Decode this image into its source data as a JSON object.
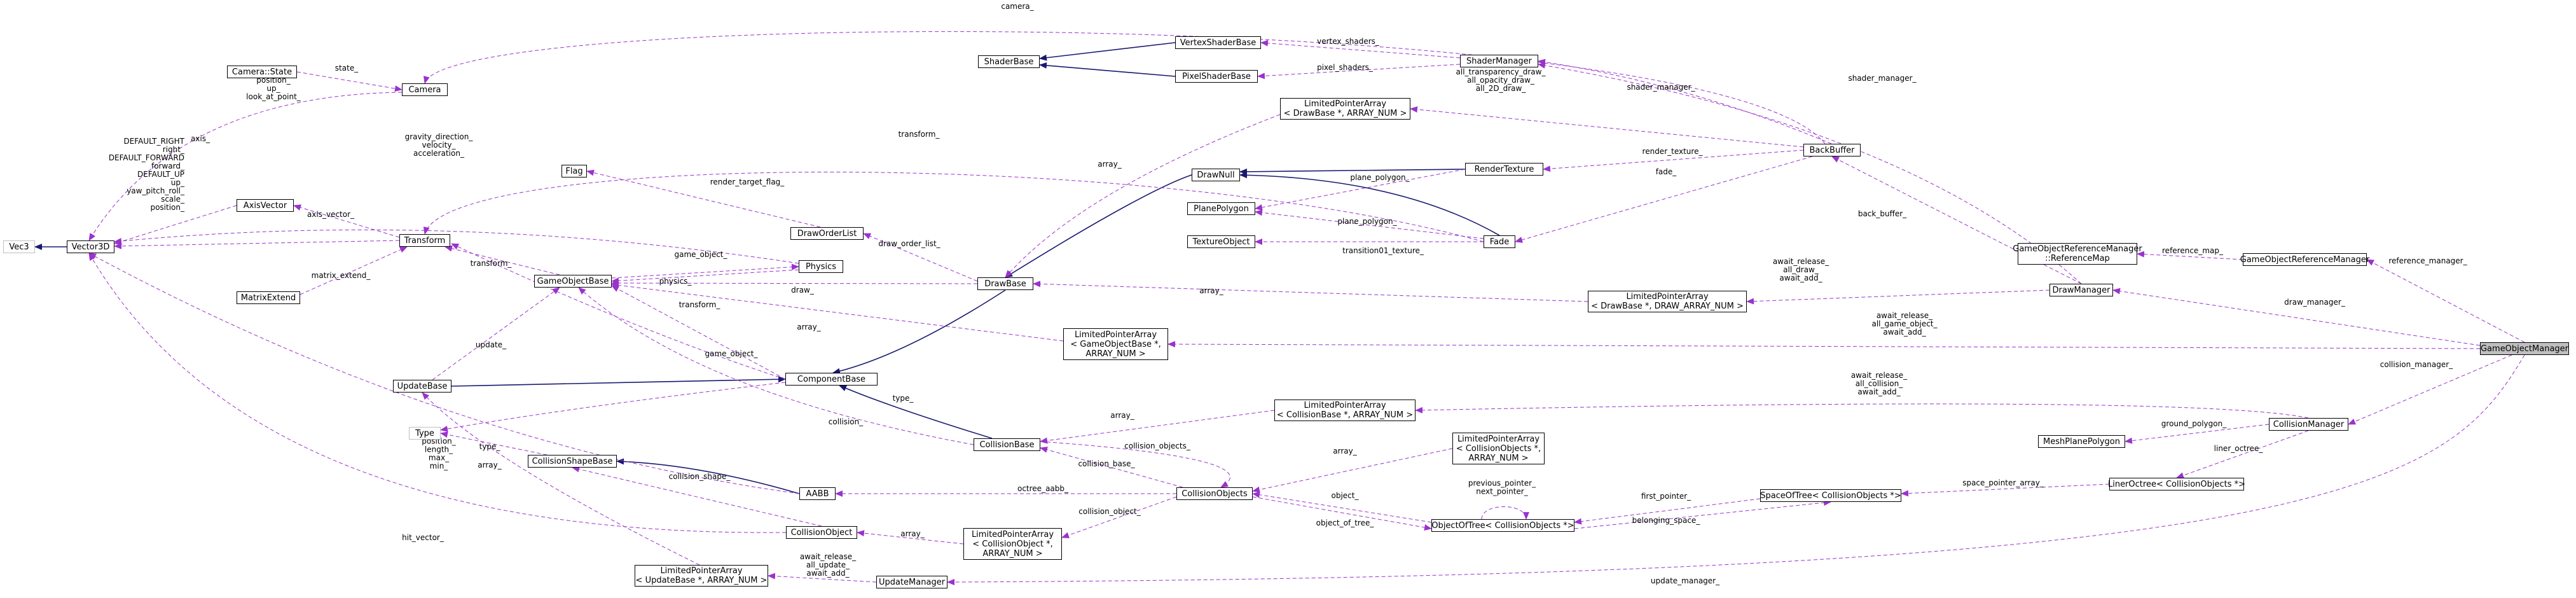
{
  "colors": {
    "inherit": "#191970",
    "usage": "#9a32cd",
    "box_border": "#000000",
    "external_border": "#bfbfbf",
    "focus_fill": "#bfbfbf"
  },
  "nodes": {
    "camera_state": [
      "Camera::State"
    ],
    "camera": [
      "Camera"
    ],
    "vec3": [
      "Vec3"
    ],
    "vector3d": [
      "Vector3D"
    ],
    "axisvector": [
      "AxisVector"
    ],
    "matrixextend": [
      "MatrixExtend"
    ],
    "transform": [
      "Transform"
    ],
    "flag": [
      "Flag"
    ],
    "physics": [
      "Physics"
    ],
    "gameobjectbase": [
      "GameObjectBase"
    ],
    "updatebase": [
      "UpdateBase"
    ],
    "type": [
      "Type"
    ],
    "collisionshapebase": [
      "CollisionShapeBase"
    ],
    "aabb": [
      "AABB"
    ],
    "collisionobject": [
      "CollisionObject"
    ],
    "lpa_updatebase": [
      "LimitedPointerArray",
      "< UpdateBase *, ARRAY_NUM >"
    ],
    "updatemanager": [
      "UpdateManager"
    ],
    "shaderbase": [
      "ShaderBase"
    ],
    "vertexshaderbase": [
      "VertexShaderBase"
    ],
    "pixelshaderbase": [
      "PixelShaderBase"
    ],
    "shadermanager": [
      "ShaderManager"
    ],
    "lpa_drawbase_num": [
      "LimitedPointerArray",
      "< DrawBase *, ARRAY_NUM >"
    ],
    "drawnull": [
      "DrawNull"
    ],
    "rendertexture": [
      "RenderTexture"
    ],
    "planepolygon": [
      "PlanePolygon"
    ],
    "textureobject": [
      "TextureObject"
    ],
    "fade": [
      "Fade"
    ],
    "draworderlist": [
      "DrawOrderList"
    ],
    "drawbase": [
      "DrawBase"
    ],
    "componentbase": [
      "ComponentBase"
    ],
    "lpa_gameobjectbase": [
      "LimitedPointerArray",
      "< GameObjectBase *,",
      "ARRAY_NUM >"
    ],
    "lpa_drawbase_draw": [
      "LimitedPointerArray",
      "< DrawBase *, DRAW_ARRAY_NUM >"
    ],
    "backbuffer": [
      "BackBuffer"
    ],
    "refmap": [
      "GameObjectReferenceManager",
      "::ReferenceMap"
    ],
    "gorefmanager": [
      "GameObjectReferenceManager"
    ],
    "drawmanager": [
      "DrawManager"
    ],
    "gameobjectmanager": [
      "GameObjectManager"
    ],
    "lpa_collisionbase": [
      "LimitedPointerArray",
      "< CollisionBase *, ARRAY_NUM >"
    ],
    "collisionbase": [
      "CollisionBase"
    ],
    "lpa_collisionobjects_top": [
      "LimitedPointerArray",
      "< CollisionObjects *,",
      "ARRAY_NUM >"
    ],
    "collisionobjects": [
      "CollisionObjects"
    ],
    "lpa_collisionobject": [
      "LimitedPointerArray",
      "< CollisionObject *,",
      "ARRAY_NUM >"
    ],
    "objectoftree": [
      "ObjectOfTree< CollisionObjects *>"
    ],
    "spaceoftree": [
      "SpaceOfTree< CollisionObjects *>"
    ],
    "meshplanepolygon": [
      "MeshPlanePolygon"
    ],
    "collisionmanager": [
      "CollisionManager"
    ],
    "lineroctree": [
      "LinerOctree< CollisionObjects *>"
    ]
  },
  "edges": [
    {
      "from": "vector3d",
      "to": "vec3",
      "kind": "inherit",
      "label": []
    },
    {
      "from": "vertexshaderbase",
      "to": "shaderbase",
      "kind": "inherit",
      "label": []
    },
    {
      "from": "pixelshaderbase",
      "to": "shaderbase",
      "kind": "inherit",
      "label": []
    },
    {
      "from": "drawnull",
      "to": "drawbase",
      "kind": "inherit",
      "label": []
    },
    {
      "from": "rendertexture",
      "to": "drawnull",
      "kind": "inherit",
      "label": []
    },
    {
      "from": "fade",
      "to": "drawnull",
      "kind": "inherit",
      "label": []
    },
    {
      "from": "drawbase",
      "to": "componentbase",
      "kind": "inherit",
      "label": []
    },
    {
      "from": "updatebase",
      "to": "componentbase",
      "kind": "inherit",
      "label": []
    },
    {
      "from": "collisionbase",
      "to": "componentbase",
      "kind": "inherit",
      "label": []
    },
    {
      "from": "aabb",
      "to": "collisionshapebase",
      "kind": "inherit",
      "label": []
    },
    {
      "from": "camera",
      "to": "vector3d",
      "kind": "usage",
      "label": [
        "position_",
        "up_",
        "look_at_point_"
      ]
    },
    {
      "from": "transform",
      "to": "vector3d",
      "kind": "usage",
      "label": [
        "DEFAULT_RIGHT",
        "right_",
        "DEFAULT_FORWARD",
        "forward_",
        "DEFAULT_UP",
        "up_",
        "yaw_pitch_roll_",
        "scale_",
        "position_"
      ]
    },
    {
      "from": "axisvector",
      "to": "vector3d",
      "kind": "usage",
      "label": [
        "axis_"
      ]
    },
    {
      "from": "physics",
      "to": "vector3d",
      "kind": "usage",
      "label": [
        "gravity_direction_",
        "velocity_",
        "acceleration_"
      ]
    },
    {
      "from": "aabb",
      "to": "vector3d",
      "kind": "usage",
      "label": [
        "position_",
        "length_",
        "max_",
        "min_"
      ]
    },
    {
      "from": "collisionobject",
      "to": "vector3d",
      "kind": "usage",
      "label": [
        "hit_vector_"
      ]
    },
    {
      "from": "camera_state",
      "to": "camera",
      "kind": "usage",
      "label": [
        "state_"
      ]
    },
    {
      "from": "backbuffer",
      "to": "camera",
      "kind": "usage",
      "label": [
        "camera_"
      ]
    },
    {
      "from": "transform",
      "to": "axisvector",
      "kind": "usage",
      "label": [
        "axis_vector_"
      ]
    },
    {
      "from": "matrixextend",
      "to": "transform",
      "kind": "usage",
      "label": [
        "matrix_extend_"
      ]
    },
    {
      "from": "gameobjectbase",
      "to": "transform",
      "kind": "usage",
      "label": [
        "transform_"
      ]
    },
    {
      "from": "componentbase",
      "to": "transform",
      "kind": "usage",
      "label": [
        "transform_"
      ]
    },
    {
      "from": "fade",
      "to": "transform",
      "kind": "usage",
      "label": [
        "transform_"
      ]
    },
    {
      "from": "gameobjectbase",
      "to": "physics",
      "kind": "usage",
      "label": [
        "physics_"
      ]
    },
    {
      "from": "physics",
      "to": "gameobjectbase",
      "kind": "usage",
      "label": [
        "game_object_"
      ]
    },
    {
      "from": "drawbase",
      "to": "gameobjectbase",
      "kind": "usage",
      "label": [
        "draw_"
      ]
    },
    {
      "from": "componentbase",
      "to": "gameobjectbase",
      "kind": "usage",
      "label": [
        "game_object_"
      ]
    },
    {
      "from": "updatebase",
      "to": "gameobjectbase",
      "kind": "usage",
      "label": [
        "update_"
      ]
    },
    {
      "from": "collisionbase",
      "to": "gameobjectbase",
      "kind": "usage",
      "label": [
        "collision_"
      ]
    },
    {
      "from": "lpa_gameobjectbase",
      "to": "gameobjectbase",
      "kind": "usage",
      "label": [
        "array_"
      ]
    },
    {
      "from": "draworderlist",
      "to": "flag",
      "kind": "usage",
      "label": [
        "render_target_flag_"
      ]
    },
    {
      "from": "drawbase",
      "to": "draworderlist",
      "kind": "usage",
      "label": [
        "draw_order_list_"
      ]
    },
    {
      "from": "lpa_drawbase_num",
      "to": "drawbase",
      "kind": "usage",
      "label": [
        "array_"
      ]
    },
    {
      "from": "lpa_drawbase_draw",
      "to": "drawbase",
      "kind": "usage",
      "label": [
        "array_"
      ]
    },
    {
      "from": "rendertexture",
      "to": "planepolygon",
      "kind": "usage",
      "label": [
        "plane_polygon_"
      ]
    },
    {
      "from": "fade",
      "to": "planepolygon",
      "kind": "usage",
      "label": [
        "plane_polygon_"
      ]
    },
    {
      "from": "fade",
      "to": "textureobject",
      "kind": "usage",
      "label": [
        "transition01_texture_"
      ]
    },
    {
      "from": "shadermanager",
      "to": "vertexshaderbase",
      "kind": "usage",
      "label": [
        "vertex_shaders_"
      ]
    },
    {
      "from": "shadermanager",
      "to": "pixelshaderbase",
      "kind": "usage",
      "label": [
        "pixel_shaders_"
      ]
    },
    {
      "from": "backbuffer",
      "to": "shadermanager",
      "kind": "usage",
      "label": [
        "shader_manager_"
      ]
    },
    {
      "from": "drawmanager",
      "to": "shadermanager",
      "kind": "usage",
      "label": [
        "shader_manager_"
      ]
    },
    {
      "from": "backbuffer",
      "to": "lpa_drawbase_num",
      "kind": "usage",
      "label": [
        "all_transparency_draw_",
        "all_opacity_draw_",
        "all_2D_draw_"
      ]
    },
    {
      "from": "backbuffer",
      "to": "rendertexture",
      "kind": "usage",
      "label": [
        "render_texture_"
      ]
    },
    {
      "from": "backbuffer",
      "to": "fade",
      "kind": "usage",
      "label": [
        "fade_"
      ]
    },
    {
      "from": "drawmanager",
      "to": "backbuffer",
      "kind": "usage",
      "label": [
        "back_buffer_"
      ]
    },
    {
      "from": "drawmanager",
      "to": "lpa_drawbase_draw",
      "kind": "usage",
      "label": [
        "await_release_",
        "all_draw_",
        "await_add_"
      ]
    },
    {
      "from": "gameobjectmanager",
      "to": "drawmanager",
      "kind": "usage",
      "label": [
        "draw_manager_"
      ]
    },
    {
      "from": "gorefmanager",
      "to": "refmap",
      "kind": "usage",
      "label": [
        "reference_map_"
      ]
    },
    {
      "from": "gameobjectmanager",
      "to": "gorefmanager",
      "kind": "usage",
      "label": [
        "reference_manager_"
      ]
    },
    {
      "from": "gameobjectmanager",
      "to": "lpa_gameobjectbase",
      "kind": "usage",
      "label": [
        "await_release_",
        "all_game_object_",
        "await_add_"
      ]
    },
    {
      "from": "gameobjectmanager",
      "to": "collisionmanager",
      "kind": "usage",
      "label": [
        "collision_manager_"
      ]
    },
    {
      "from": "gameobjectmanager",
      "to": "updatemanager",
      "kind": "usage",
      "label": [
        "update_manager_"
      ]
    },
    {
      "from": "updatemanager",
      "to": "lpa_updatebase",
      "kind": "usage",
      "label": [
        "await_release_",
        "all_update_",
        "await_add_"
      ]
    },
    {
      "from": "lpa_updatebase",
      "to": "updatebase",
      "kind": "usage",
      "label": [
        "array_"
      ]
    },
    {
      "from": "collisionshapebase",
      "to": "type",
      "kind": "usage",
      "label": [
        "type_"
      ]
    },
    {
      "from": "componentbase",
      "to": "type",
      "kind": "usage",
      "label": [
        "type_"
      ]
    },
    {
      "from": "collisionobject",
      "to": "collisionshapebase",
      "kind": "usage",
      "label": [
        "collision_shape_"
      ]
    },
    {
      "from": "lpa_collisionobject",
      "to": "collisionobject",
      "kind": "usage",
      "label": [
        "array_"
      ]
    },
    {
      "from": "collisionobjects",
      "to": "lpa_collisionobject",
      "kind": "usage",
      "label": [
        "collision_object_"
      ]
    },
    {
      "from": "collisionobjects",
      "to": "aabb",
      "kind": "usage",
      "label": [
        "octree_aabb_"
      ]
    },
    {
      "from": "collisionobjects",
      "to": "collisionbase",
      "kind": "usage",
      "label": [
        "collision_base_"
      ]
    },
    {
      "from": "collisionbase",
      "to": "collisionobjects",
      "kind": "usage",
      "label": [
        "collision_objects_"
      ]
    },
    {
      "from": "lpa_collisionobjects_top",
      "to": "collisionobjects",
      "kind": "usage",
      "label": [
        "array_"
      ]
    },
    {
      "from": "objectoftree",
      "to": "collisionobjects",
      "kind": "usage",
      "label": [
        "object_"
      ]
    },
    {
      "from": "collisionobjects",
      "to": "objectoftree",
      "kind": "usage",
      "label": [
        "object_of_tree_"
      ]
    },
    {
      "from": "objectoftree",
      "to": "objectoftree",
      "kind": "usage",
      "label": [
        "previous_pointer_",
        "next_pointer_"
      ]
    },
    {
      "from": "spaceoftree",
      "to": "objectoftree",
      "kind": "usage",
      "label": [
        "first_pointer_"
      ]
    },
    {
      "from": "objectoftree",
      "to": "spaceoftree",
      "kind": "usage",
      "label": [
        "belonging_space_"
      ]
    },
    {
      "from": "lineroctree",
      "to": "spaceoftree",
      "kind": "usage",
      "label": [
        "space_pointer_array_"
      ]
    },
    {
      "from": "collisionmanager",
      "to": "lineroctree",
      "kind": "usage",
      "label": [
        "liner_octree_"
      ]
    },
    {
      "from": "collisionmanager",
      "to": "meshplanepolygon",
      "kind": "usage",
      "label": [
        "ground_polygon_"
      ]
    },
    {
      "from": "collisionmanager",
      "to": "lpa_collisionbase",
      "kind": "usage",
      "label": [
        "await_release_",
        "all_collision_",
        "await_add_"
      ]
    },
    {
      "from": "lpa_collisionbase",
      "to": "collisionbase",
      "kind": "usage",
      "label": [
        "array_"
      ]
    }
  ]
}
